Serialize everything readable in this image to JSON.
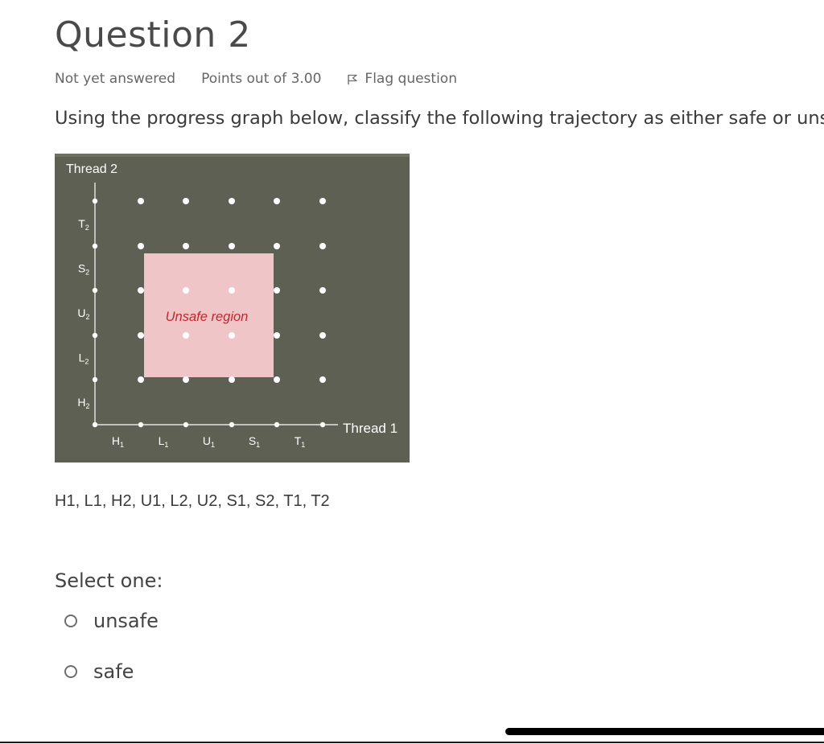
{
  "question": {
    "title": "Question 2",
    "status": "Not yet answered",
    "points": "Points out of 3.00",
    "flag_label": "Flag question",
    "flag_icon": "flag-icon",
    "prompt": "Using the progress graph below, classify the following trajectory as either safe or unsafe:"
  },
  "graph": {
    "y_axis_label": "Thread 2",
    "x_axis_label": "Thread 1",
    "region_label": "Unsafe region",
    "x_ticks": [
      {
        "base": "H",
        "sub": "1"
      },
      {
        "base": "L",
        "sub": "1"
      },
      {
        "base": "U",
        "sub": "1"
      },
      {
        "base": "S",
        "sub": "1"
      },
      {
        "base": "T",
        "sub": "1"
      }
    ],
    "y_ticks": [
      {
        "base": "H",
        "sub": "2"
      },
      {
        "base": "L",
        "sub": "2"
      },
      {
        "base": "U",
        "sub": "2"
      },
      {
        "base": "S",
        "sub": "2"
      },
      {
        "base": "T",
        "sub": "2"
      }
    ],
    "colors": {
      "background": "#5d6052",
      "region": "#f0c5c8",
      "region_text": "#c0282d",
      "points": "#ffffff",
      "text": "#ffffff"
    }
  },
  "trajectory": "H1, L1, H2, U1, L2, U2, S1, S2, T1, T2",
  "answer": {
    "label": "Select one:",
    "options": [
      {
        "label": "unsafe",
        "selected": false
      },
      {
        "label": "safe",
        "selected": false
      }
    ]
  }
}
